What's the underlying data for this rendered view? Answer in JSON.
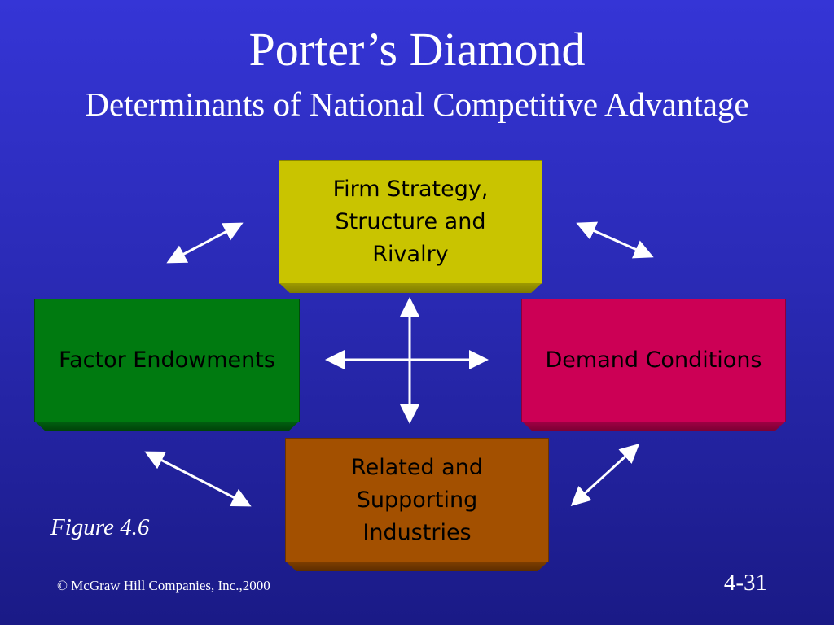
{
  "title": "Porter’s Diamond",
  "subtitle": "Determinants of National Competitive Advantage",
  "boxes": {
    "top": "Firm Strategy,\nStructure and\nRivalry",
    "left": "Factor Endowments",
    "right": "Demand Conditions",
    "bottom": "Related and\nSupporting\nIndustries"
  },
  "colors": {
    "background": "#2a2ab5",
    "top_box": "#c9c400",
    "left_box": "#007a10",
    "right_box": "#cc0055",
    "bottom_box": "#a35000",
    "arrows": "#ffffff"
  },
  "figure_label": "Figure 4.6",
  "footer": {
    "copyright": "© McGraw Hill Companies, Inc.,2000",
    "page_number": "4-31"
  }
}
